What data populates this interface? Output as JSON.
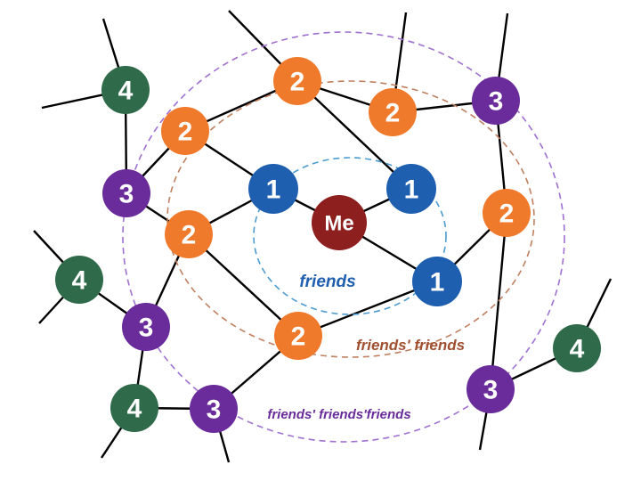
{
  "colors": {
    "me": "#8e1f1f",
    "level1": "#1f5fb0",
    "level2": "#f07a2c",
    "level3": "#6a2c9a",
    "level4": "#2f6a4a",
    "ring1": "#4a9bd0",
    "ring2": "#c08060",
    "ring3": "#a070d0",
    "label1": "#1f5fb0",
    "label2": "#a05030",
    "label3": "#6a2c9a",
    "edge": "#000000"
  },
  "labels": {
    "friends": "friends",
    "friends_friends": "friends' friends",
    "friends_friends_friends": "friends' friends'friends"
  },
  "nodes": [
    {
      "id": "me",
      "label": "Me",
      "level": "me"
    },
    {
      "id": "l1a",
      "label": "1",
      "level": "level1"
    },
    {
      "id": "l1b",
      "label": "1",
      "level": "level1"
    },
    {
      "id": "l1c",
      "label": "1",
      "level": "level1"
    },
    {
      "id": "l2a",
      "label": "2",
      "level": "level2"
    },
    {
      "id": "l2b",
      "label": "2",
      "level": "level2"
    },
    {
      "id": "l2c",
      "label": "2",
      "level": "level2"
    },
    {
      "id": "l2d",
      "label": "2",
      "level": "level2"
    },
    {
      "id": "l2e",
      "label": "2",
      "level": "level2"
    },
    {
      "id": "l2f",
      "label": "2",
      "level": "level2"
    },
    {
      "id": "l3a",
      "label": "3",
      "level": "level3"
    },
    {
      "id": "l3b",
      "label": "3",
      "level": "level3"
    },
    {
      "id": "l3c",
      "label": "3",
      "level": "level3"
    },
    {
      "id": "l3d",
      "label": "3",
      "level": "level3"
    },
    {
      "id": "l3e",
      "label": "3",
      "level": "level3"
    },
    {
      "id": "l4a",
      "label": "4",
      "level": "level4"
    },
    {
      "id": "l4b",
      "label": "4",
      "level": "level4"
    },
    {
      "id": "l4c",
      "label": "4",
      "level": "level4"
    },
    {
      "id": "l4d",
      "label": "4",
      "level": "level4"
    }
  ],
  "edges": [
    [
      "me",
      "l1a"
    ],
    [
      "me",
      "l1b"
    ],
    [
      "me",
      "l1c"
    ],
    [
      "l1a",
      "l2b"
    ],
    [
      "l1a",
      "l2d"
    ],
    [
      "l1b",
      "l2a"
    ],
    [
      "l1c",
      "l2e"
    ],
    [
      "l1c",
      "l2f"
    ],
    [
      "l2a",
      "l2b"
    ],
    [
      "l2a",
      "l2c"
    ],
    [
      "l2b",
      "l3b"
    ],
    [
      "l2c",
      "l3a"
    ],
    [
      "l2d",
      "l3b"
    ],
    [
      "l2d",
      "l3c"
    ],
    [
      "l2d",
      "l2f"
    ],
    [
      "l2e",
      "l3a"
    ],
    [
      "l2e",
      "l3e"
    ],
    [
      "l2f",
      "l3d"
    ],
    [
      "l3b",
      "l4a"
    ],
    [
      "l3c",
      "l4b"
    ],
    [
      "l3c",
      "l4c"
    ],
    [
      "l3d",
      "l4c"
    ],
    [
      "l3e",
      "l4d"
    ]
  ]
}
